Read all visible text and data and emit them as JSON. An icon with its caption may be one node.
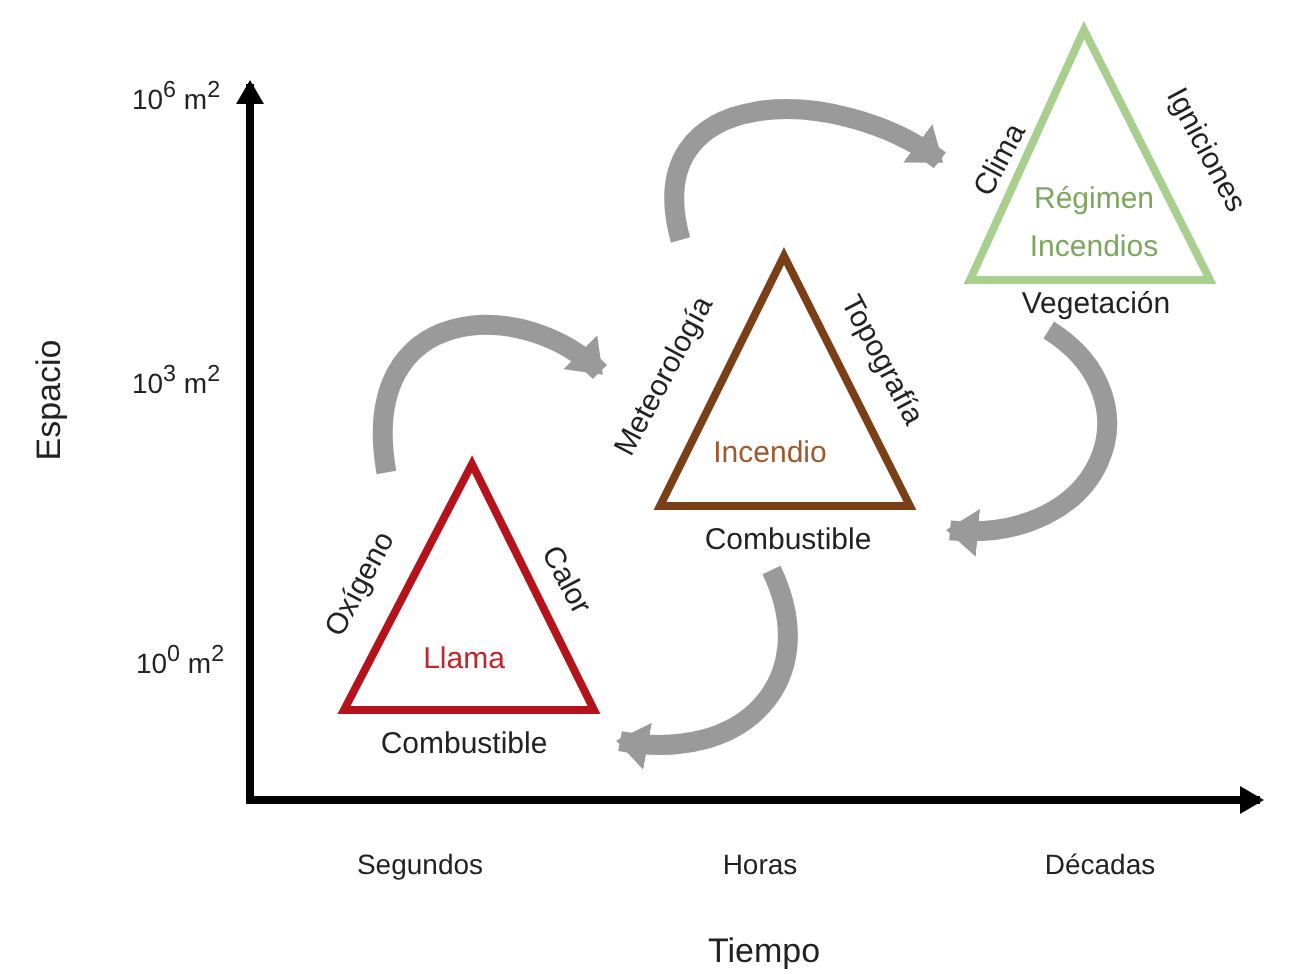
{
  "diagram": {
    "nodes": [
      {
        "text": [
          "Llama",
          "Oxígeno",
          "Calor",
          "Combustible"
        ]
      },
      {
        "text": [
          "Incendio",
          "Meteorología",
          "Topografía",
          "Combustible"
        ]
      },
      {
        "text": [
          "Régimen Incendios",
          "Clima",
          "Igniciones",
          "Vegetación"
        ]
      }
    ],
    "edges": [
      {
        "from": 0,
        "to": 1,
        "arrow": "to"
      },
      {
        "from": 1,
        "to": 2,
        "arrow": "to"
      },
      {
        "from": 2,
        "to": 1,
        "arrow": "to"
      },
      {
        "from": 1,
        "to": 0,
        "arrow": "to"
      }
    ],
    "labels": [
      "10$^{6}$ m$^{2}$",
      "10$^{3}$ m$^{2}$",
      "Espacio",
      "10$^{0}$ m$^{2}$",
      "Segundos",
      "Horas",
      "Décadas",
      "Tiempo"
    ]
  }
}
